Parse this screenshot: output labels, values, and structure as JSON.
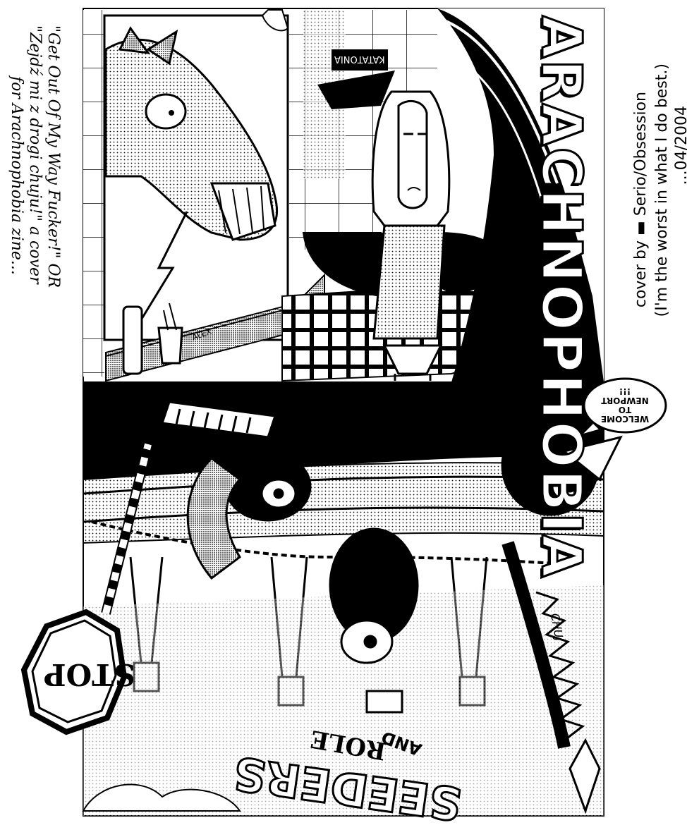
{
  "header_text": {
    "quote_line_1": "\"Get Out Of My Way Fucker!\" OR",
    "quote_line_2": "\"Zejdź mi z drogi chuju!\" a cover",
    "quote_line_3": "for Arachnophobia zine..."
  },
  "title": {
    "main": "ARACHNOPHOBIA",
    "credit_line_1": "cover by ▬ Serio/Obsession",
    "credit_line_2": "(I'm the worst in what I do best.)",
    "credit_line_3": "...04/2004"
  },
  "labels": {
    "poster_text": "KATATONIA",
    "cup_text": "ALEX",
    "stop_sign": "STOP",
    "speech_line_1": "WELCOME",
    "speech_line_2": "TO",
    "speech_line_3": "NEWPORT",
    "speech_line_4": "!!!",
    "signature": "CHUJ",
    "bottom_title_1": "AND",
    "bottom_title_2": "ROLE",
    "bottom_title_3": "SEEDERS"
  },
  "colors": {
    "ink": "#000000",
    "paper": "#ffffff",
    "gray": "#bdbdbd"
  }
}
